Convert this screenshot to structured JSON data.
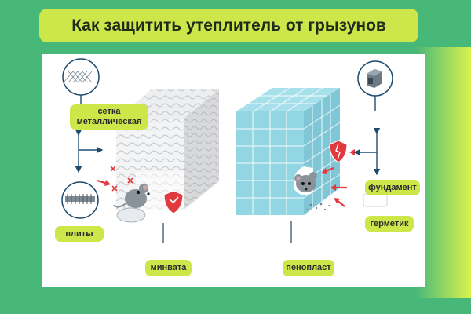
{
  "title": "Как защитить утеплитель от грызунов",
  "labels": {
    "mesh_line1": "сетка",
    "mesh_line2": "металлическая",
    "plates": "плиты",
    "mineral_wool": "минвата",
    "foam": "пенопласт",
    "foundation": "фундамент",
    "sealant": "герметик"
  },
  "icons": [
    "mesh-icon",
    "plate-icon",
    "foundation-icon",
    "shield-icon",
    "mouse-icon",
    "arrow-icon",
    "cross-icon"
  ],
  "colors": {
    "background": "#48b879",
    "title_pill": "#cde64a",
    "label_pill": "#cde64a",
    "foam_block": "#8fd3e0",
    "shield": "#e0393e",
    "arrow": "#e0393e",
    "connector": "#1e4b6e"
  }
}
